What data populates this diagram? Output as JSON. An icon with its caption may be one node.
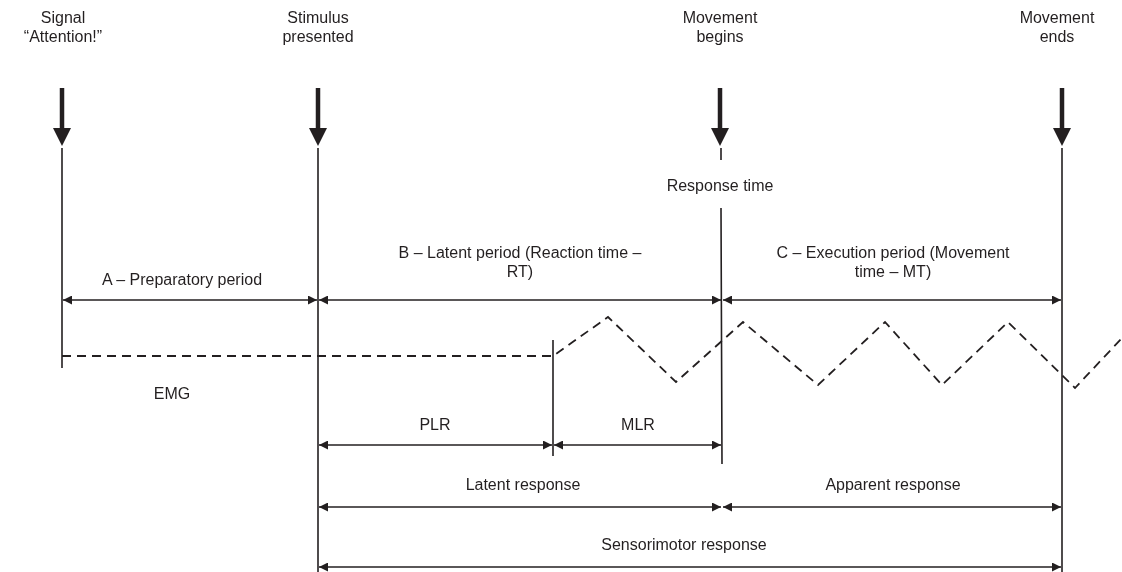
{
  "diagram": {
    "labels": [
      "Signal “Attention!”",
      "Stimulus presented",
      "Movement begins",
      "Movement ends",
      "Response time",
      "B – Latent period (Reaction time – RT)",
      "A – Preparatory period",
      "C – Execution period (Movement time – MT)",
      "EMG",
      "PLR",
      "MLR",
      "Latent response",
      "Apparent response",
      "Sensorimotor response"
    ]
  }
}
